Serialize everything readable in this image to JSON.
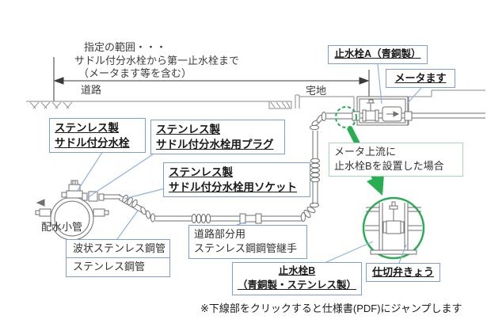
{
  "annotation": {
    "range_note": {
      "line1": "指定の範囲・・・",
      "line2": "サドル付分水栓から第一止水栓まで",
      "line3": "（メータます等を含む）"
    },
    "road_label": "道路",
    "residential_label": "宅地"
  },
  "labels": {
    "valve_a": "止水栓A（青銅製）",
    "meter_pit": "メータます",
    "saddle": {
      "line1": "ステンレス製",
      "line2": "サドル付分水栓"
    },
    "plug": {
      "line1": "ステンレス製",
      "line2": "サドル付分水栓用プラグ"
    },
    "socket": {
      "line1": "ステンレス製",
      "line2": "サドル付分水栓用ソケット"
    },
    "joint": {
      "line1": "道路部分用",
      "line2": "ステンレス鋼鋼管継手"
    },
    "pipes": {
      "row1": "波状ステンレス鋼管",
      "row2": "ステンレス鋼管"
    },
    "distribution_pipe": "配水小管",
    "green_note": {
      "line1": "メータ上流に",
      "line2": "止水栓Bを設置した場合"
    },
    "valve_b": {
      "line1": "止水栓B",
      "line2": "（青銅製・ステンレス製）"
    },
    "gate_valve_box": "仕切弁きょう"
  },
  "footnote": "※下線部をクリックすると仕様書(PDF)にジャンプします",
  "colors": {
    "label_box_border": "#7da0d2",
    "leader_line": "#8fb2e0",
    "highlight_green": "#27ae52",
    "green_note_border": "#a9d8b8",
    "drawing_line": "#6f6f6f"
  }
}
